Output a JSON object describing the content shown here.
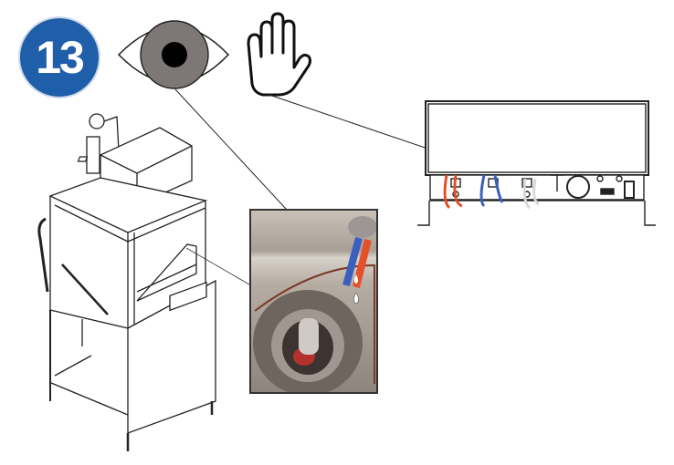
{
  "step": {
    "number": "13",
    "color": "#1f5ea8"
  },
  "icons": [
    {
      "name": "eye-icon",
      "meaning": "visual inspection"
    },
    {
      "name": "hand-icon",
      "meaning": "manual check / touch"
    }
  ],
  "callouts": [
    {
      "from": "eye-icon",
      "to": "photo-drain-hose-detail"
    },
    {
      "from": "hand-icon",
      "to": "control-box-port-white"
    }
  ],
  "figures": {
    "machine": "isometric view of hood-type dishwasher",
    "photo": "close-up photo of drain sump with red and blue hoses and water drops",
    "control_box": "front view of control box with red, blue and white hoses, gauge, switch"
  },
  "colors": {
    "hose_red": "#e4502a",
    "hose_blue": "#3a5fbf",
    "hose_white": "#d8d8d8",
    "iris": "#7d7775"
  }
}
